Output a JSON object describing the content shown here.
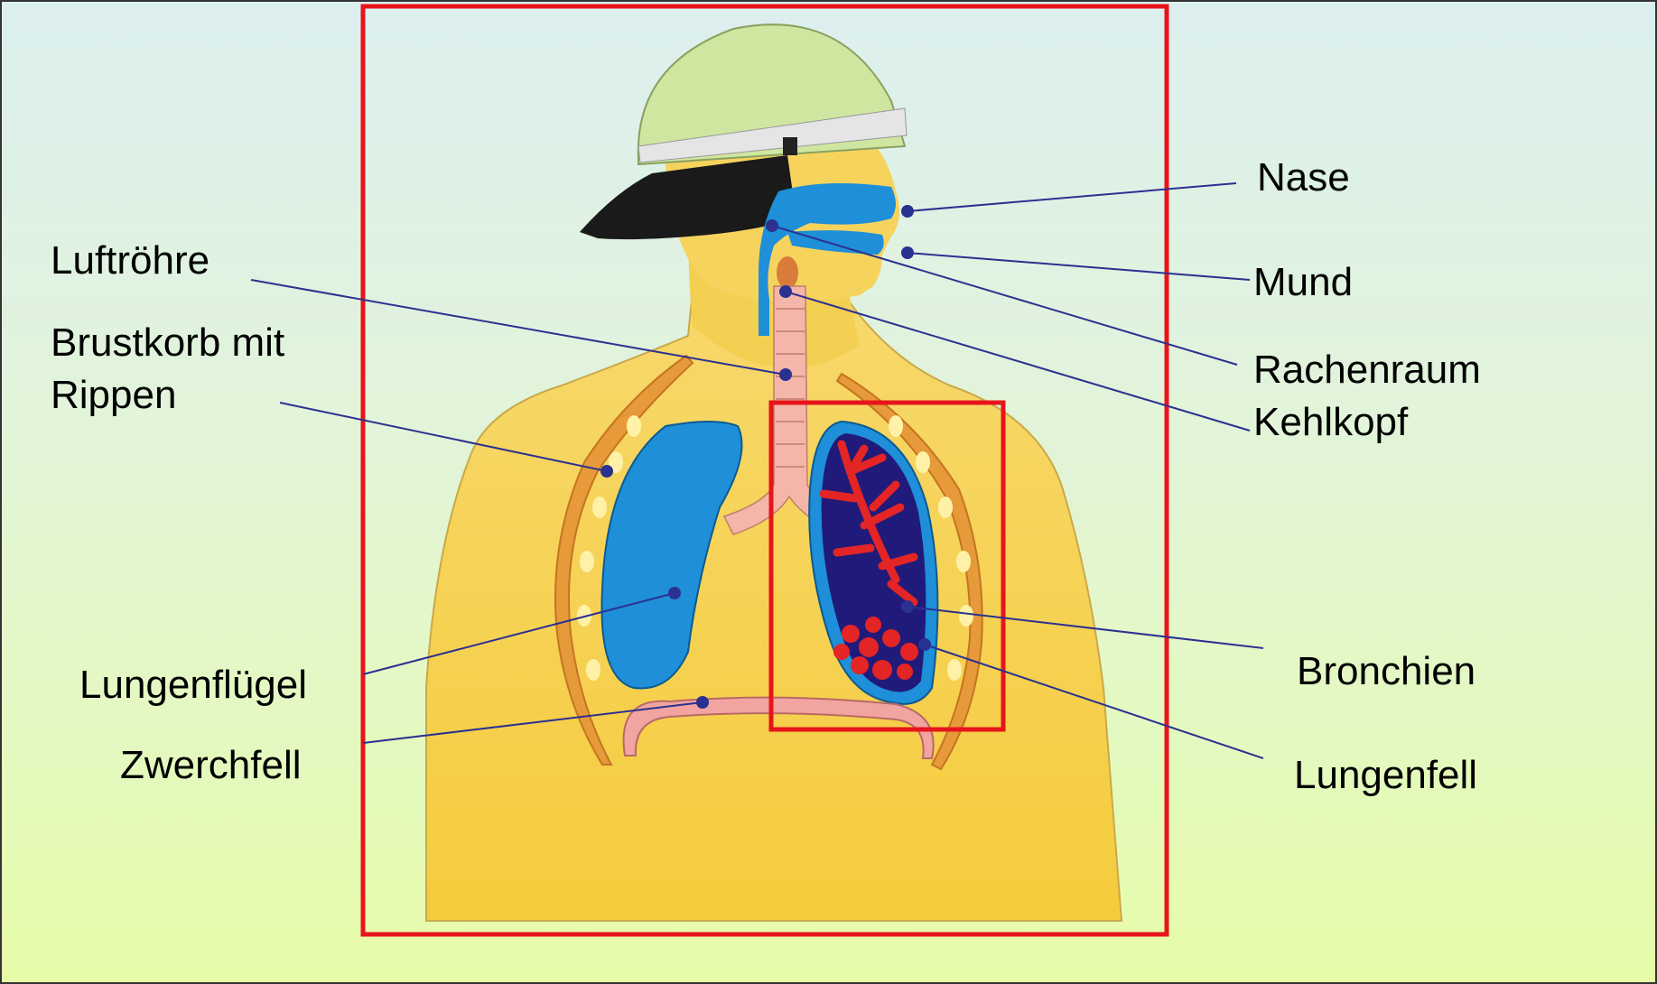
{
  "labels": {
    "nase": "Nase",
    "mund": "Mund",
    "rachenraum": "Rachenraum",
    "kehlkopf": "Kehlkopf",
    "luftroehre": "Luftröhre",
    "brustkorb_line1": "Brustkorb mit",
    "brustkorb_line2": "Rippen",
    "lungenfluegel": "Lungenflügel",
    "zwerchfell": "Zwerchfell",
    "bronchien": "Bronchien",
    "lungenfell": "Lungenfell"
  },
  "colors": {
    "highlight_frame": "#e8141b",
    "leader_line": "#2b3191",
    "lung": "#1e8fd8",
    "bronchi": "#e32525",
    "lung_inner": "#201a7a",
    "skin": "#f7d45a",
    "helmet": "#cfe6a0",
    "trachea": "#f4b6a8"
  }
}
